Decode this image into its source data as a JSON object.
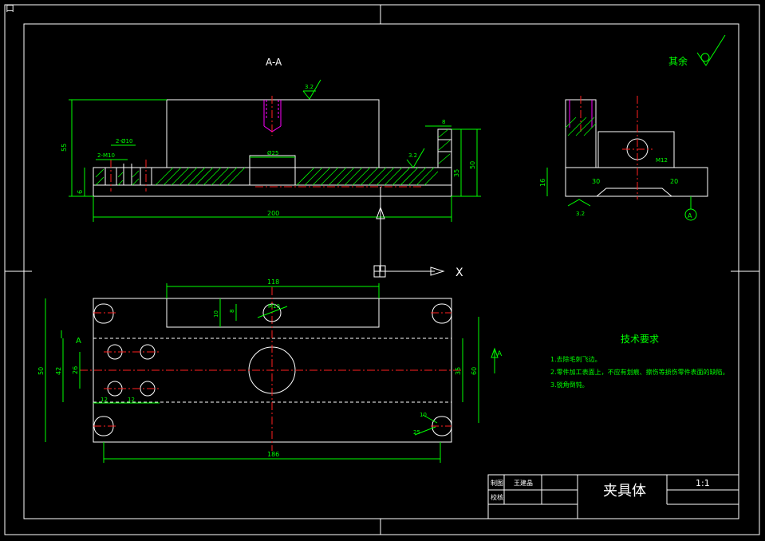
{
  "section_label": "A-A",
  "other_surface_label": "其余",
  "roughness": [
    "3.2",
    "3.2",
    "3.2"
  ],
  "dims_section": {
    "total_length": "200",
    "height_left": "55",
    "base_thick": "6",
    "slot_callout": "2-Ø10",
    "thread_callout": "2-M10",
    "bore": "Ø25",
    "right_small": "8",
    "right_h1": "35",
    "right_h2": "50"
  },
  "dims_side": {
    "left_h": "16",
    "chamfer_left": "30",
    "chamfer_right": "20",
    "hole": "M12",
    "datum": "A"
  },
  "dims_plan": {
    "top_width": "118",
    "left_outer": "50",
    "left_inner": "42",
    "left_mid": "26",
    "small_10": "10",
    "small_8": "8",
    "hole_callout": "M10",
    "bottom_12a": "12",
    "bottom_12b": "12",
    "bottom_total": "186",
    "right_35": "35",
    "right_60": "60",
    "r_10": "10",
    "r_25": "25",
    "view_a": "A",
    "view_a2": "A"
  },
  "axis_label": "X",
  "tech": {
    "title": "技术要求",
    "items": [
      "1.去除毛刺飞边。",
      "2.零件加工表面上，不应有划痕、擦伤等损伤零件表面的缺陷。",
      "3.锐角倒钝。"
    ]
  },
  "title_block": {
    "draw_label": "制图",
    "drawer": "王建晶",
    "check_label": "校核",
    "part_name": "夹具体",
    "scale": "1:1"
  },
  "corner_glyph": "口"
}
